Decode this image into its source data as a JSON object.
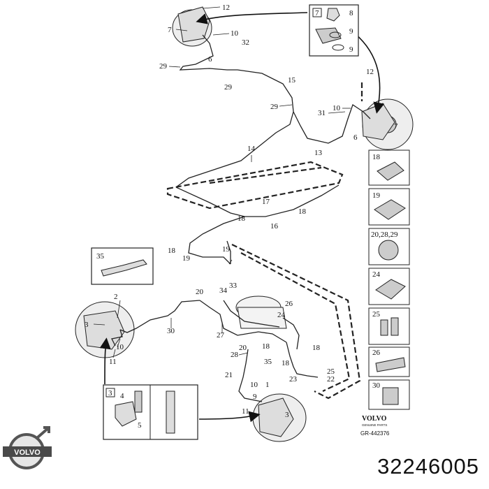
{
  "diagram": {
    "labels": {
      "l12a": "12",
      "l7a": "7",
      "l10a": "10",
      "l32": "32",
      "l6a": "6",
      "l29a": "29",
      "l29b": "29",
      "l15": "15",
      "l29c": "29",
      "l12b": "12",
      "l10b": "10",
      "l31": "31",
      "l6b": "6",
      "l7b": "7",
      "l14": "14",
      "l13": "13",
      "l17": "17",
      "l18a": "18",
      "l18b": "18",
      "l16": "16",
      "l18c": "18",
      "l19a": "19",
      "l19b": "19",
      "l20a": "20",
      "l34": "34",
      "l33": "33",
      "l26a": "26",
      "l24a": "24",
      "l2": "2",
      "l3a": "3",
      "l10c": "10",
      "l11a": "11",
      "l30a": "30",
      "l27": "27",
      "l20b": "20",
      "l18d": "18",
      "l18e": "18",
      "l28": "28",
      "l35b": "35",
      "l18f": "18",
      "l21": "21",
      "l25a": "25",
      "l23": "23",
      "l22": "22",
      "l10d": "10",
      "l1": "1",
      "l9c": "9",
      "l11b": "11",
      "l3b": "3"
    },
    "inset_top": {
      "badge": "7",
      "n8": "8",
      "n9a": "9",
      "n9b": "9"
    },
    "inset_bottom": {
      "badge": "3",
      "n4": "4",
      "n5": "5"
    },
    "inset_35": {
      "label": "35"
    },
    "side_parts": [
      {
        "label": "18"
      },
      {
        "label": "19"
      },
      {
        "label": "20,28,29"
      },
      {
        "label": "24"
      },
      {
        "label": "25"
      },
      {
        "label": "26"
      },
      {
        "label": "30"
      }
    ],
    "brand_small": "VOLVO",
    "brand_small_sub": "GENUINE PARTS",
    "ref_code": "GR-442376"
  },
  "footer": {
    "logo_text": "VOLVO",
    "part_number": "32246005"
  }
}
